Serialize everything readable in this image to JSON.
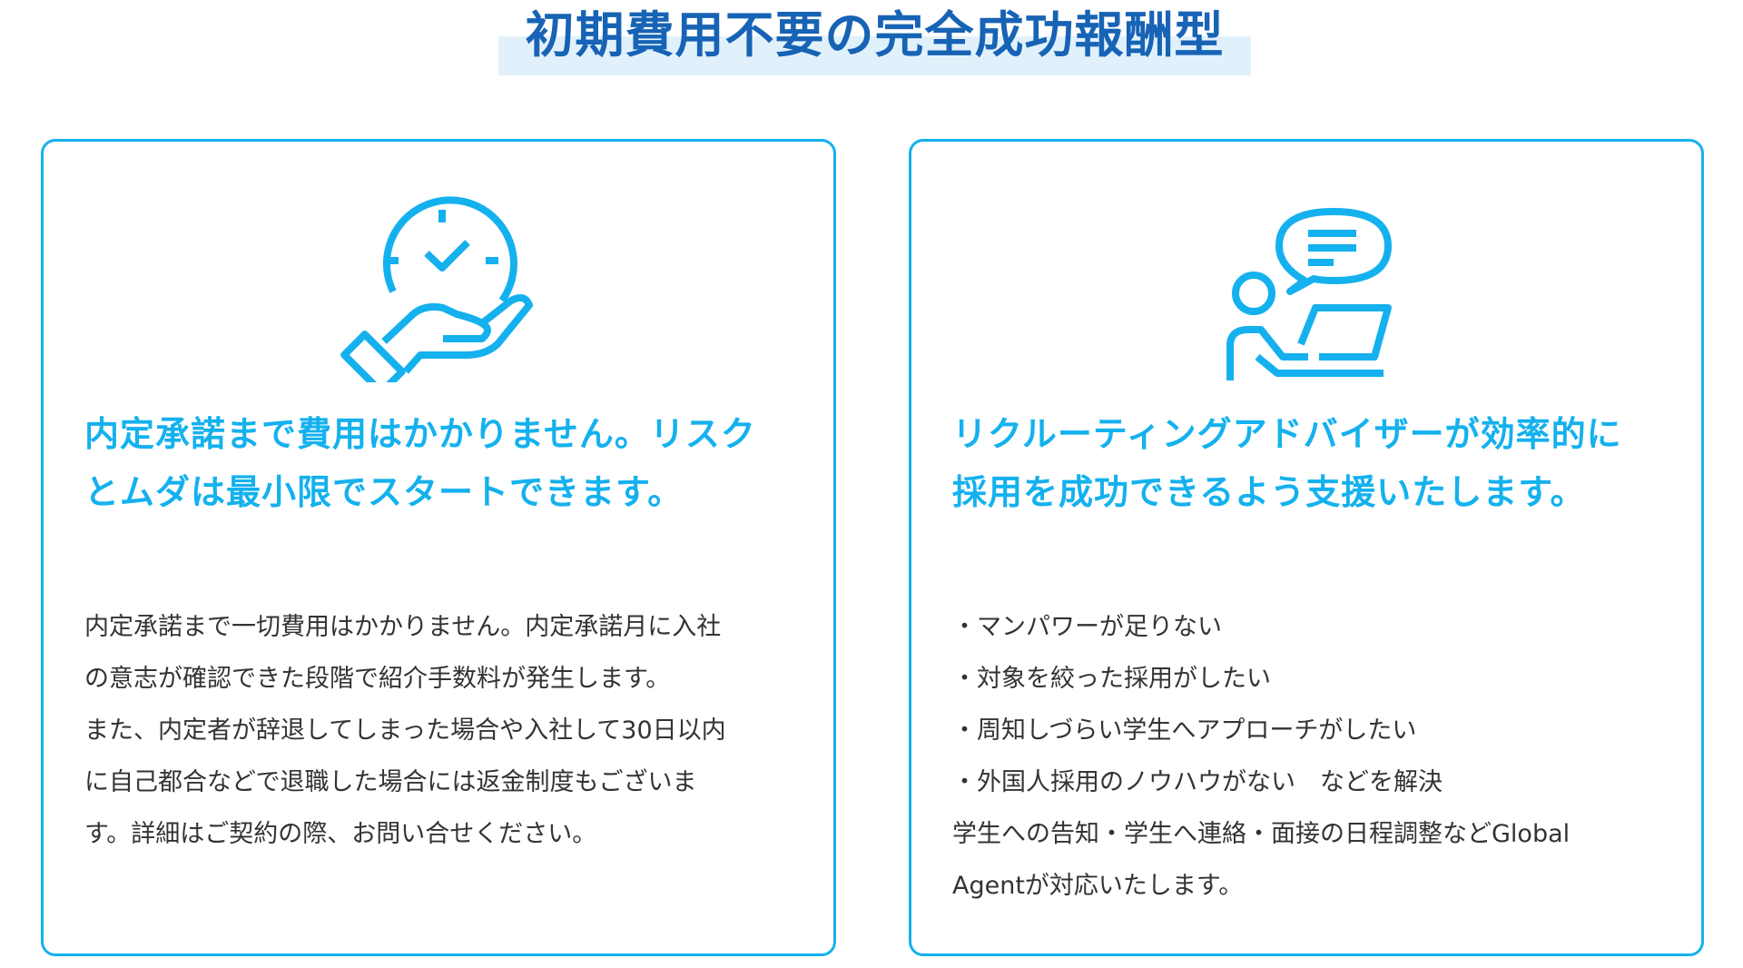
{
  "title": "初期費用不要の完全成功報酬型",
  "colors": {
    "title_text": "#1763b5",
    "title_band": "#e1f1fc",
    "accent": "#14b1ee",
    "body_text": "#333333"
  },
  "cards": [
    {
      "icon": "hand-holding-clock-check-icon",
      "heading_lines": [
        "内定承諾まで費用はかかりません。リスク",
        "とムダは最小限でスタートできます。"
      ],
      "body_lines": [
        "内定承諾まで一切費用はかかりません。内定承諾月に入社",
        "の意志が確認できた段階で紹介手数料が発生します。",
        "また、内定者が辞退してしまった場合や入社して30日以内",
        "に自己都合などで退職した場合には返金制度もございま",
        "す。詳細はご契約の際、お問い合せください。"
      ]
    },
    {
      "icon": "person-laptop-speech-bubble-icon",
      "heading_lines": [
        "リクルーティングアドバイザーが効率的に",
        "採用を成功できるよう支援いたします。"
      ],
      "body_lines": [
        "・マンパワーが足りない",
        "・対象を絞った採用がしたい",
        "・周知しづらい学生へアプローチがしたい",
        "・外国人採用のノウハウがない　などを解決",
        "学生への告知・学生へ連絡・面接の日程調整などGlobal",
        "Agentが対応いたします。"
      ]
    }
  ]
}
